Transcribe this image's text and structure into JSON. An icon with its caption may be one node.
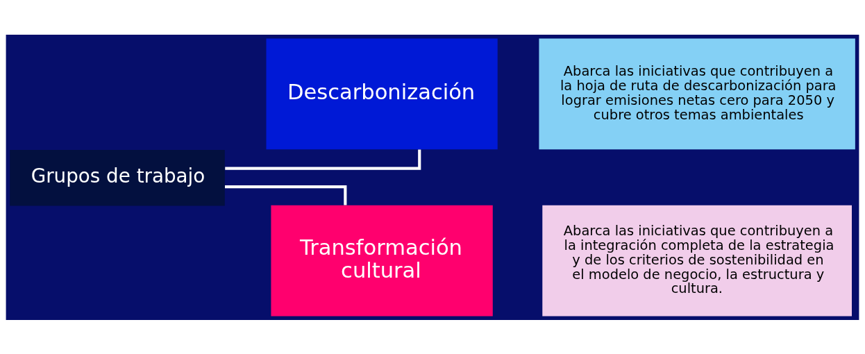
{
  "diagram": {
    "nodes": [
      {
        "text": [
          "Grupos de trabajo"
        ]
      },
      {
        "text": [
          "Descarbonización"
        ]
      },
      {
        "text": [
          "Abarca las iniciativas que contribuyen a la hoja de ruta de descarbonización para lograr emisiones netas cero para 2050 y cubre otros temas ambientales"
        ]
      },
      {
        "text": [
          "Transformación cultural"
        ]
      },
      {
        "text": [
          "Abarca las iniciativas que contribuyen a la integración completa de la estrategia y de los criterios de sostenibilidad en el modelo de negocio, la estructura y cultura."
        ]
      }
    ],
    "edges": [
      {
        "from": 0,
        "to": 1,
        "arrow": "none"
      },
      {
        "from": 0,
        "to": 3,
        "arrow": "none"
      }
    ]
  }
}
